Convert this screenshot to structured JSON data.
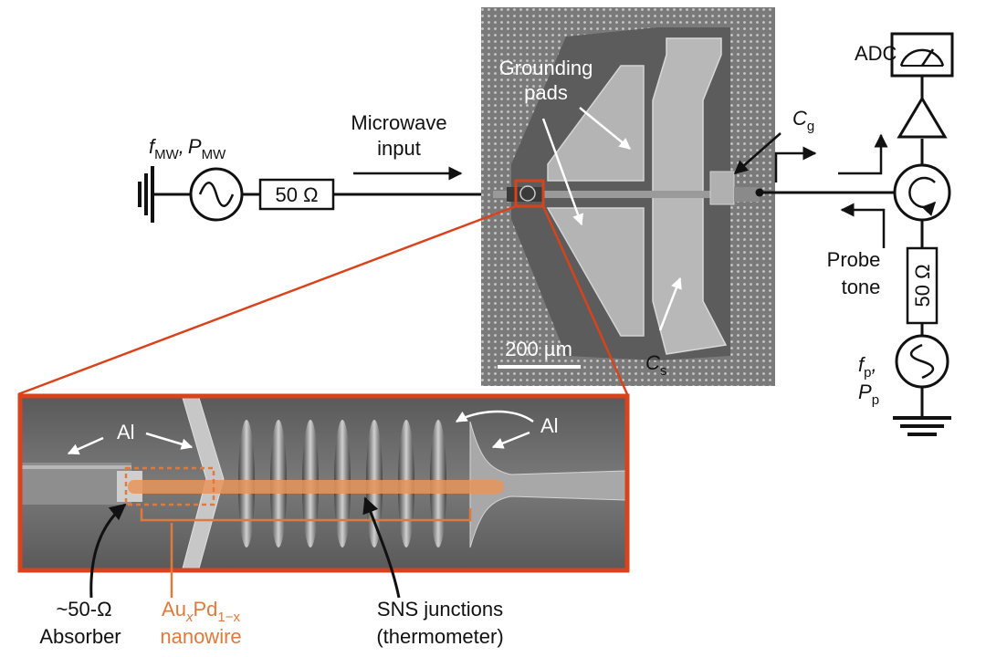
{
  "left_source": {
    "freq": "f",
    "freq_sub": "MW",
    "sep": ",",
    "power": "P",
    "power_sub": "MW",
    "resistor": "50 Ω"
  },
  "microwave_input": {
    "line1": "Microwave",
    "line2": "input"
  },
  "chip": {
    "grounding_line1": "Grounding",
    "grounding_line2": "pads",
    "scale_bar": "200 µm",
    "cg": "C",
    "cg_sub": "g",
    "cs": "C",
    "cs_sub": "s"
  },
  "readout": {
    "adc": "ADC",
    "probe_line1": "Probe",
    "probe_line2": "tone",
    "resistor": "50 Ω",
    "fp": "f",
    "fp_sub": "p",
    "fp_sep": ",",
    "pp": "P",
    "pp_sub": "p"
  },
  "inset": {
    "al_left": "Al",
    "al_right": "Al",
    "absorber_line1": "~50-Ω",
    "absorber_line2": "Absorber",
    "nanowire_au": "Au",
    "nanowire_x": "x",
    "nanowire_pd": "Pd",
    "nanowire_1x": "1−x",
    "nanowire_line2": "nanowire",
    "sns_line1": "SNS junctions",
    "sns_line2": "(thermometer)"
  },
  "colors": {
    "highlight": "#d8431c",
    "nanowire": "#e07a3a",
    "chip_bg": "#6e6e6e",
    "pad": "#b0b0b0"
  }
}
